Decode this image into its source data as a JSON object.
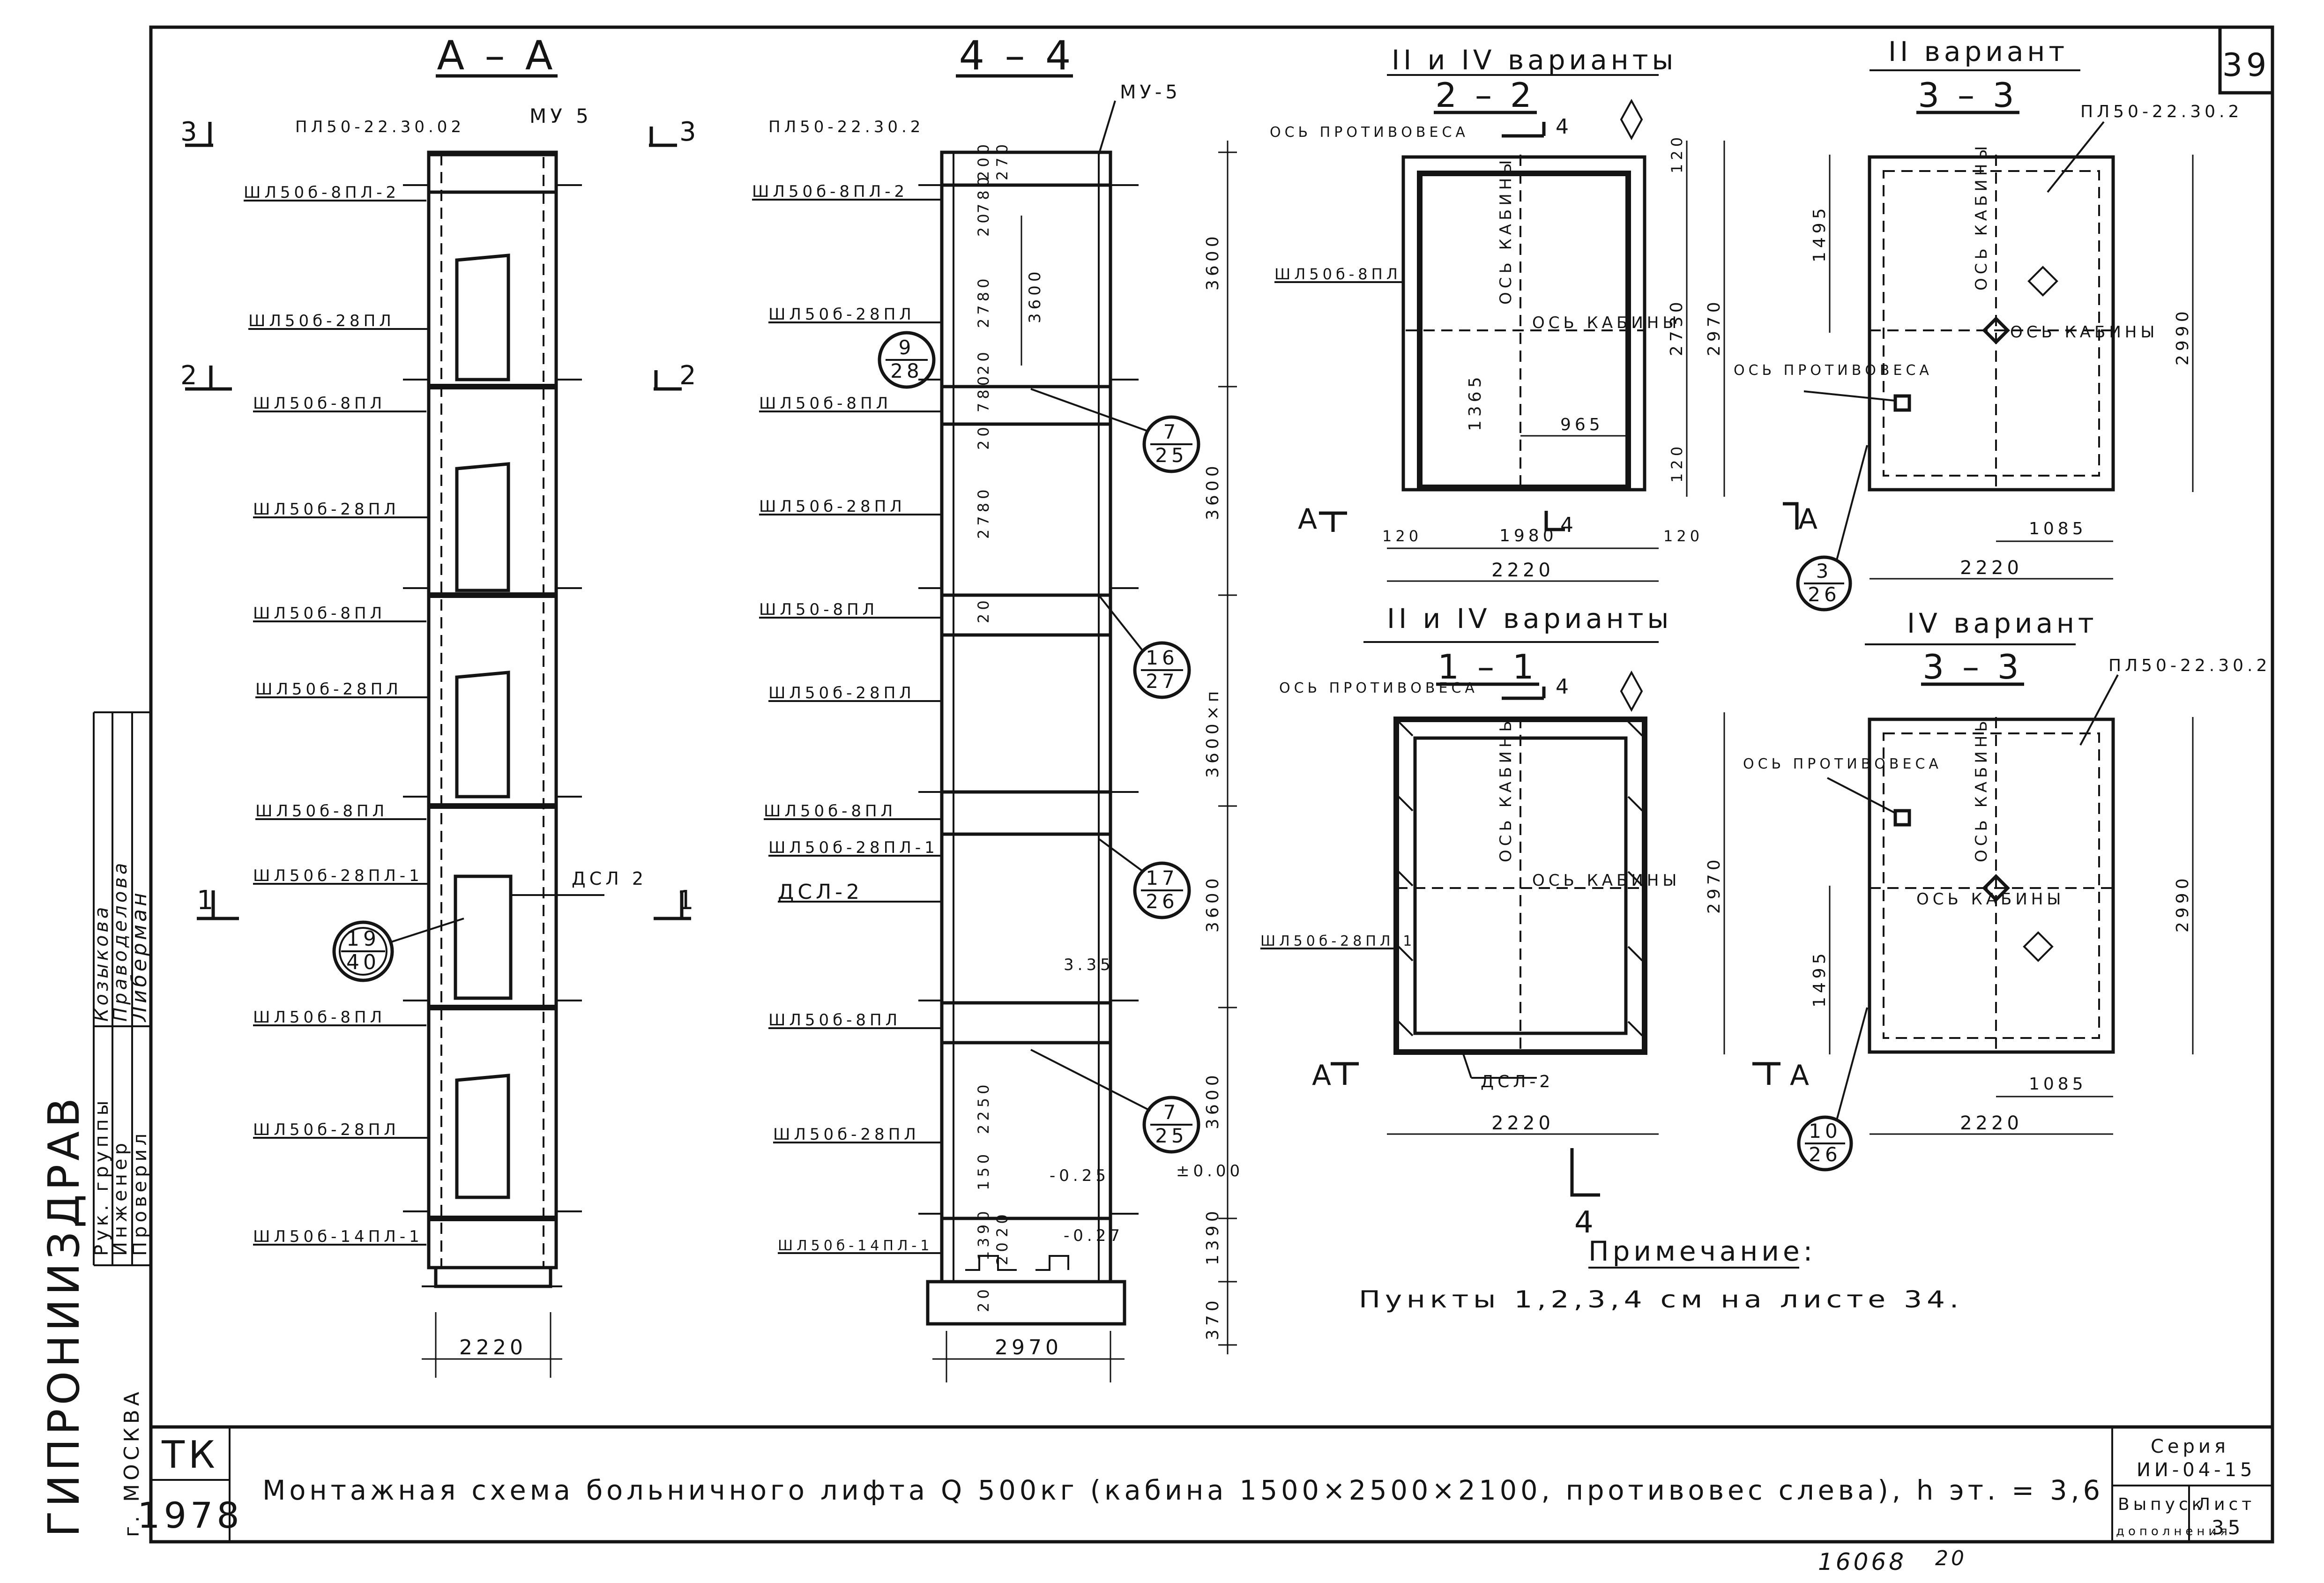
{
  "sheet": {
    "number": "39",
    "stamp_number": "16068",
    "stamp_note": "20"
  },
  "titleblock": {
    "tk": "ТК",
    "year": "1978",
    "city": "г. МОСКВА",
    "institute": "ГИПРОНИИЗДРАВ",
    "title": "Монтажная схема больничного лифта Q 500кг (кабина 1500×2500×2100, противовес слева), h эт. = 3,6",
    "seria_label": "Серия",
    "seria_value": "ИИ-04-15",
    "vypusk_label": "Выпуск",
    "vypusk_value": "дополнения",
    "list_label": "Лист",
    "list_value": "35",
    "roles": [
      "Рук. группы",
      "Инженер",
      "Проверил"
    ],
    "names": [
      "Козыкова",
      "Праводелова",
      "Либерман"
    ]
  },
  "section_aa": {
    "title": "А – А",
    "labels": [
      "ПЛ50-22.30.02",
      "ШЛ50б-8ПЛ-2",
      "ШЛ50б-28ПЛ",
      "ШЛ50б-8ПЛ",
      "ШЛ50б-28ПЛ",
      "ШЛ50б-8ПЛ",
      "ШЛ50б-28ПЛ",
      "ШЛ50б-8ПЛ",
      "ШЛ50б-28ПЛ-1",
      "ШЛ50б-8ПЛ",
      "ШЛ50б-28ПЛ",
      "ШЛ50б-14ПЛ-1"
    ],
    "mu": "МУ 5",
    "dsl": "ДСЛ 2",
    "cuts": [
      "3",
      "3",
      "2",
      "2",
      "1",
      "1"
    ],
    "callout_top": "19",
    "callout_bottom": "40",
    "width_dim": "2220"
  },
  "section_44": {
    "title": "4 – 4",
    "labels": [
      "ПЛ50-22.30.2",
      "ШЛ50б-8ПЛ-2",
      "ШЛ50б-28ПЛ",
      "ШЛ50б-8ПЛ",
      "ШЛ50б-28ПЛ",
      "ШЛ50-8ПЛ",
      "ШЛ50б-28ПЛ",
      "ШЛ50б-8ПЛ",
      "ШЛ50б-28ПЛ-1",
      "ДСЛ-2",
      "ШЛ50б-8ПЛ",
      "ШЛ50б-28ПЛ",
      "ШЛ50б-14ПЛ-1"
    ],
    "mu": "МУ-5",
    "inner_dims": [
      "200",
      "270",
      "780",
      "20",
      "2780",
      "20",
      "780",
      "20",
      "2780",
      "20",
      "3.35",
      "2250",
      "150",
      "20",
      "1390",
      "20",
      "20"
    ],
    "right_dims": [
      "3600",
      "3600",
      "3600×п",
      "3600",
      "3600",
      "1390",
      "370"
    ],
    "marks": [
      "3600",
      "-0.25",
      "±0.00",
      "-0.27"
    ],
    "callouts": [
      [
        "9",
        "28"
      ],
      [
        "7",
        "25"
      ],
      [
        "16",
        "27"
      ],
      [
        "17",
        "26"
      ],
      [
        "7",
        "25"
      ]
    ],
    "width_dim": "2970"
  },
  "plan_22": {
    "heading": "II и IV варианты",
    "title": "2 – 2",
    "axis_cw": "ОСЬ ПРОТИВОВЕСА",
    "axis_cab1": "ОСЬ КАБИНЫ",
    "axis_cab2": "ОСЬ КАБИНЫ",
    "shl": "ШЛ50б-8ПЛ",
    "dims": [
      "120",
      "2730",
      "2970",
      "120",
      "1365",
      "965",
      "120",
      "1980",
      "120",
      "2220"
    ],
    "cut_a": "А",
    "cut_4": "4"
  },
  "plan_33a": {
    "heading": "II вариант",
    "title": "3 – 3",
    "pl": "ПЛ50-22.30.2",
    "axis_cw": "ОСЬ ПРОТИВОВЕСА",
    "axis_cab1": "ОСЬ КАБИНЫ",
    "axis_cab2": "ОСЬ КАБИНЫ",
    "dims": [
      "1495",
      "2990",
      "1085",
      "2220"
    ],
    "callout": [
      "3",
      "26"
    ],
    "cut_a": "А"
  },
  "plan_11": {
    "heading": "II и IV варианты",
    "title": "1 – 1",
    "axis_cw": "ОСЬ ПРОТИВОВЕСА",
    "axis_cab1": "ОСЬ КАБИНЫ",
    "axis_cab2": "ОСЬ КАБИНЫ",
    "shl": "ШЛ50б-28ПЛ-1",
    "dsl": "ДСЛ-2",
    "dims": [
      "2970",
      "2220"
    ],
    "cut_a": "А",
    "cut_4": "4"
  },
  "plan_33b": {
    "heading": "IV вариант",
    "title": "3 – 3",
    "pl": "ПЛ50-22.30.2",
    "axis_cw": "ОСЬ ПРОТИВОВЕСА",
    "axis_cab1": "ОСЬ КАБИНЫ",
    "axis_cab2": "ОСЬ КАБИНЫ",
    "dims": [
      "1495",
      "2990",
      "1085",
      "2220"
    ],
    "callout": [
      "10",
      "26"
    ],
    "cut_a": "А"
  },
  "note": {
    "title": "Примечание:",
    "text": "Пункты 1,2,3,4 см на листе 34."
  }
}
